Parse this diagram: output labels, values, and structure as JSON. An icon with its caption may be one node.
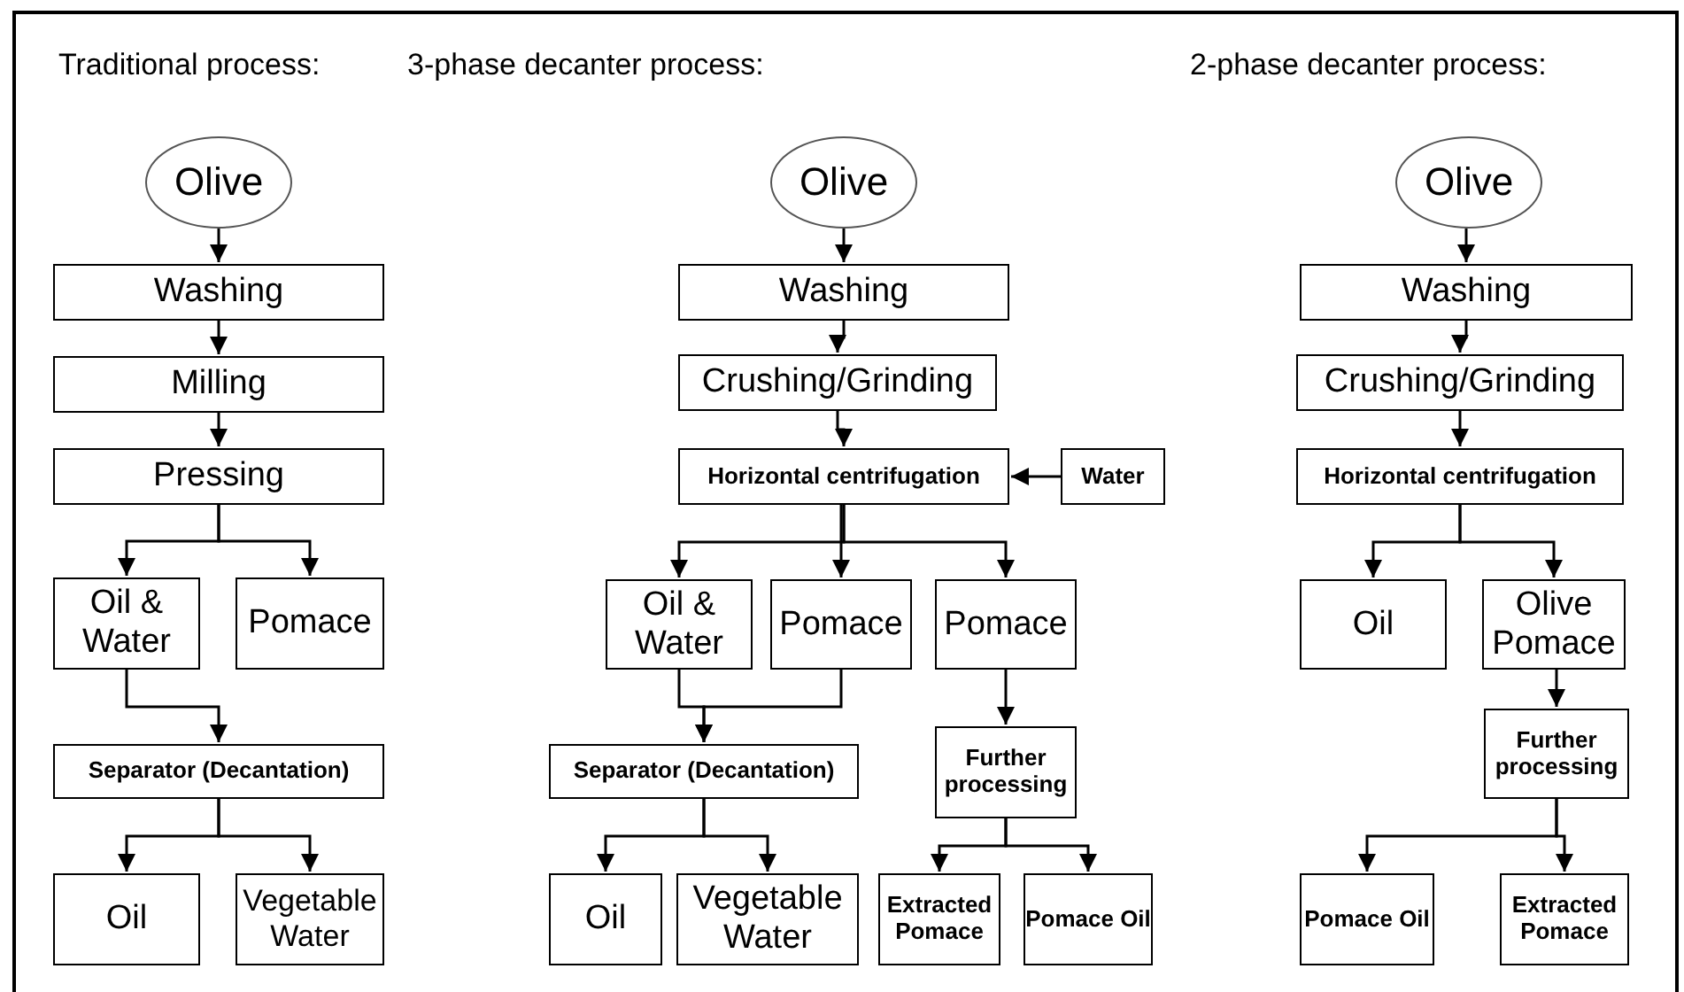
{
  "diagram": {
    "nodes": [
      {
        "text": [
          "Olive"
        ]
      },
      {
        "text": [
          "Washing"
        ]
      },
      {
        "text": [
          "Milling"
        ]
      },
      {
        "text": [
          "Pressing"
        ]
      },
      {
        "text": [
          "Oil & Water"
        ]
      },
      {
        "text": [
          "Pomace"
        ]
      },
      {
        "text": [
          "Separator (Decantation)"
        ]
      },
      {
        "text": [
          "Oil"
        ]
      },
      {
        "text": [
          "Vegetable Water"
        ]
      },
      {
        "text": [
          "Olive"
        ]
      },
      {
        "text": [
          "Washing"
        ]
      },
      {
        "text": [
          "Crushing/Grinding"
        ]
      },
      {
        "text": [
          "Horizontal centrifugation"
        ]
      },
      {
        "text": [
          "Water"
        ]
      },
      {
        "text": [
          "Oil & Water"
        ]
      },
      {
        "text": [
          "Pomace"
        ]
      },
      {
        "text": [
          "Pomace"
        ]
      },
      {
        "text": [
          "Separator (Decantation)"
        ]
      },
      {
        "text": [
          "Further processing"
        ]
      },
      {
        "text": [
          "Oil"
        ]
      },
      {
        "text": [
          "Vegetable Water"
        ]
      },
      {
        "text": [
          "Extracted Pomace"
        ]
      },
      {
        "text": [
          "Pomace Oil"
        ]
      },
      {
        "text": [
          "Olive"
        ]
      },
      {
        "text": [
          "Washing"
        ]
      },
      {
        "text": [
          "Crushing/Grinding"
        ]
      },
      {
        "text": [
          "Horizontal centrifugation"
        ]
      },
      {
        "text": [
          "Oil"
        ]
      },
      {
        "text": [
          "Olive Pomace"
        ]
      },
      {
        "text": [
          "Further processing"
        ]
      },
      {
        "text": [
          "Pomace Oil"
        ]
      },
      {
        "text": [
          "Extracted Pomace"
        ]
      }
    ],
    "edges": [
      {
        "from": 0,
        "to": 1,
        "arrow": "to"
      },
      {
        "from": 1,
        "to": 2,
        "arrow": "to"
      },
      {
        "from": 2,
        "to": 3,
        "arrow": "to"
      },
      {
        "from": 3,
        "to": 4,
        "arrow": "to"
      },
      {
        "from": 3,
        "to": 5,
        "arrow": "to"
      },
      {
        "from": 4,
        "to": 6,
        "arrow": "to"
      },
      {
        "from": 6,
        "to": 7,
        "arrow": "to"
      },
      {
        "from": 6,
        "to": 8,
        "arrow": "to"
      },
      {
        "from": 9,
        "to": 10,
        "arrow": "to"
      },
      {
        "from": 10,
        "to": 11,
        "arrow": "to"
      },
      {
        "from": 11,
        "to": 12,
        "arrow": "to"
      },
      {
        "from": 13,
        "to": 12,
        "arrow": "to"
      },
      {
        "from": 12,
        "to": 14,
        "arrow": "to"
      },
      {
        "from": 12,
        "to": 15,
        "arrow": "to"
      },
      {
        "from": 12,
        "to": 16,
        "arrow": "to"
      },
      {
        "from": 14,
        "to": 17,
        "arrow": "to"
      },
      {
        "from": 15,
        "to": 17,
        "arrow": "to"
      },
      {
        "from": 16,
        "to": 18,
        "arrow": "to"
      },
      {
        "from": 17,
        "to": 19,
        "arrow": "to"
      },
      {
        "from": 17,
        "to": 20,
        "arrow": "to"
      },
      {
        "from": 18,
        "to": 21,
        "arrow": "to"
      },
      {
        "from": 18,
        "to": 22,
        "arrow": "to"
      },
      {
        "from": 23,
        "to": 24,
        "arrow": "to"
      },
      {
        "from": 24,
        "to": 25,
        "arrow": "to"
      },
      {
        "from": 25,
        "to": 26,
        "arrow": "to"
      },
      {
        "from": 26,
        "to": 27,
        "arrow": "to"
      },
      {
        "from": 26,
        "to": 28,
        "arrow": "to"
      },
      {
        "from": 28,
        "to": 29,
        "arrow": "to"
      },
      {
        "from": 29,
        "to": 30,
        "arrow": "to"
      },
      {
        "from": 29,
        "to": 31,
        "arrow": "to"
      }
    ],
    "labels": [
      "Traditional process:",
      "3-phase decanter process:",
      "2-phase decanter process:"
    ]
  }
}
